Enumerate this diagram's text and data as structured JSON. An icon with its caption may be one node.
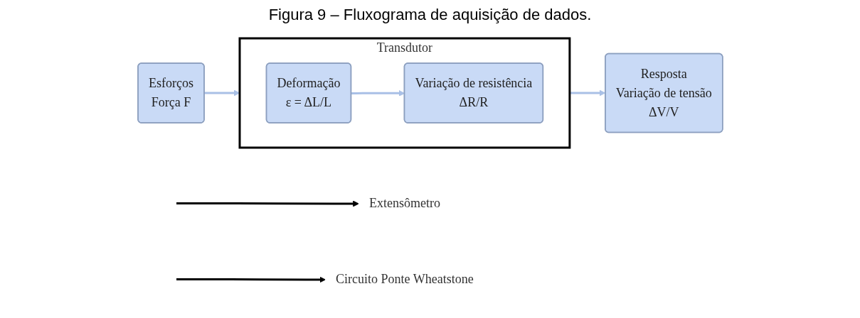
{
  "diagram": {
    "title": "Figura 9 – Fluxograma de aquisição de dados.",
    "nodes": [
      {
        "text": [
          "Esforços",
          "Força F"
        ]
      },
      {
        "text": [
          "Transdutor"
        ]
      },
      {
        "text": [
          "Deformação",
          "ε = ΔL/L"
        ],
        "in": 1
      },
      {
        "text": [
          "Variação de resistência",
          "ΔR/R"
        ],
        "in": 1
      },
      {
        "text": [
          "Resposta",
          "Variação de tensão",
          "ΔV/V"
        ]
      },
      {
        "text": [
          "Extensômetro"
        ]
      },
      {
        "text": [
          "Circuito Ponte Wheatstone"
        ]
      }
    ],
    "edges": [
      {
        "from": 0,
        "to": 1,
        "arrow": "to"
      },
      {
        "from": 2,
        "to": 3,
        "arrow": "to"
      },
      {
        "from": 1,
        "to": 4,
        "arrow": "to"
      },
      {
        "from": null,
        "to": 5,
        "arrow": "to",
        "color": "#000000"
      },
      {
        "from": null,
        "to": 6,
        "arrow": "to",
        "color": "#000000"
      }
    ]
  }
}
